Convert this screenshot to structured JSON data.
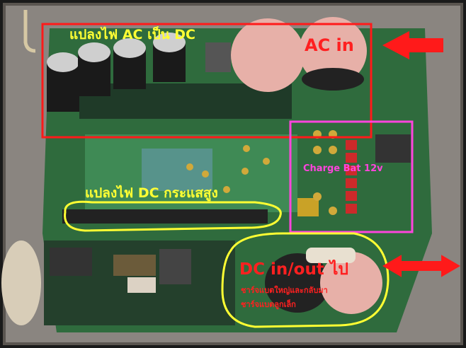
{
  "labels": {
    "ac_to_dc": "แปลงไฟ AC เป็น DC",
    "ac_in": "AC in",
    "charge_bat": "Charge Bat 12v",
    "high_current_dc": "แปลงไฟ DC กระแสสูง",
    "dc_in_out": "DC in/out ไป",
    "dc_note_line1": "ชาร์จแบตใหญ่และกลับมา",
    "dc_note_line2": "ชาร์จแบตลูกเล็ก"
  },
  "colors": {
    "annotation_red": "#ff2020",
    "annotation_yellow": "#ffff33",
    "annotation_magenta": "#ff44dd",
    "pcb_green": "#2f6b3d"
  }
}
